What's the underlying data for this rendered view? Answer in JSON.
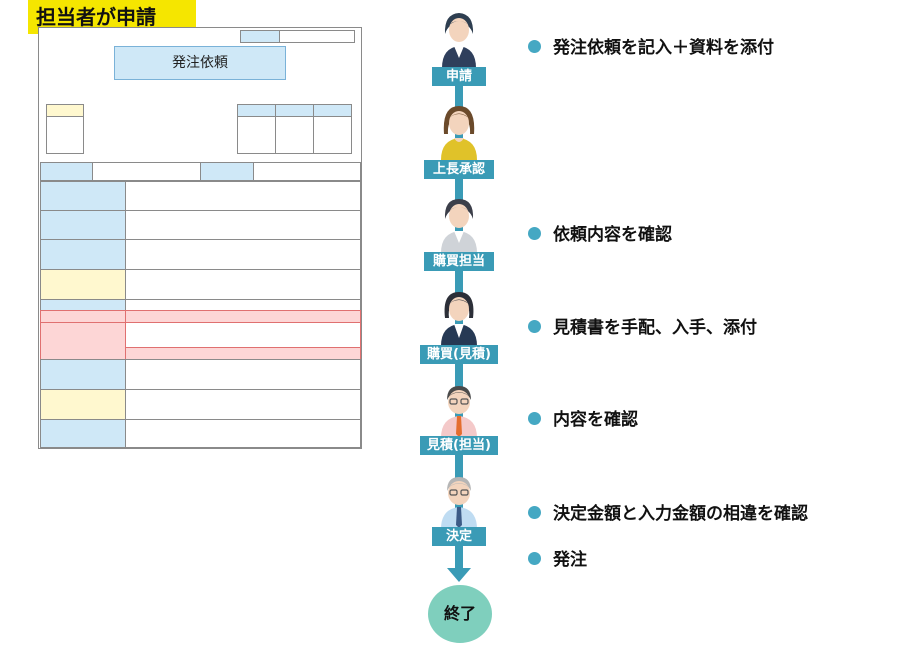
{
  "header": {
    "title": "担当者が申請"
  },
  "form": {
    "title": "発注依頼"
  },
  "flow": {
    "roles": [
      "申請",
      "上長承認",
      "購買担当",
      "購買(見積)",
      "見積(担当)",
      "決定"
    ],
    "end_label": "終了"
  },
  "steps": [
    "発注依頼を記入＋資料を添付",
    "依頼内容を確認",
    "見積書を手配、入手、添付",
    "内容を確認",
    "決定金額と入力金額の相違を確認",
    "発注"
  ],
  "colors": {
    "tag": "#f5e600",
    "flow": "#3a9bb6",
    "dot": "#45a8c3",
    "end": "#7fcfbd",
    "form_blue": "#cfe8f7",
    "form_yellow": "#fff8cf",
    "form_pink": "#fdd6d6"
  }
}
